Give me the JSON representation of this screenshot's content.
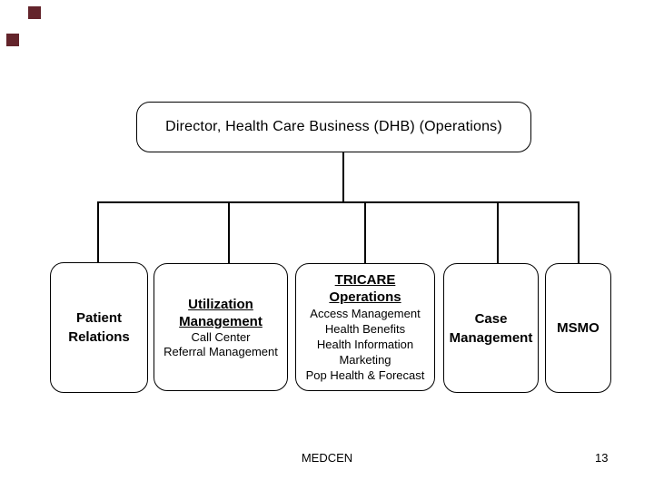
{
  "slide": {
    "footer": "MEDCEN",
    "page_number": "13",
    "background_color": "#ffffff",
    "line_color": "#000000",
    "accent_square_color": "#63242b"
  },
  "root_box": {
    "label": "Director, Health Care Business (DHB) (Operations)"
  },
  "boxes": [
    {
      "name": "patient-relations",
      "title": [
        "Patient",
        "Relations"
      ],
      "subtitle": []
    },
    {
      "name": "utilization-management",
      "title": [
        "Utilization",
        "Management"
      ],
      "subtitle": [
        "Call Center",
        "Referral Management"
      ]
    },
    {
      "name": "tricare-operations",
      "title": [
        "TRICARE",
        "Operations"
      ],
      "subtitle": [
        "Access Management",
        "Health Benefits",
        "Health Information",
        "Marketing",
        "Pop Health & Forecast"
      ]
    },
    {
      "name": "case-management",
      "title": [
        "Case",
        "Management"
      ],
      "subtitle": []
    },
    {
      "name": "msmo",
      "title": [
        "MSMO"
      ],
      "subtitle": []
    }
  ]
}
